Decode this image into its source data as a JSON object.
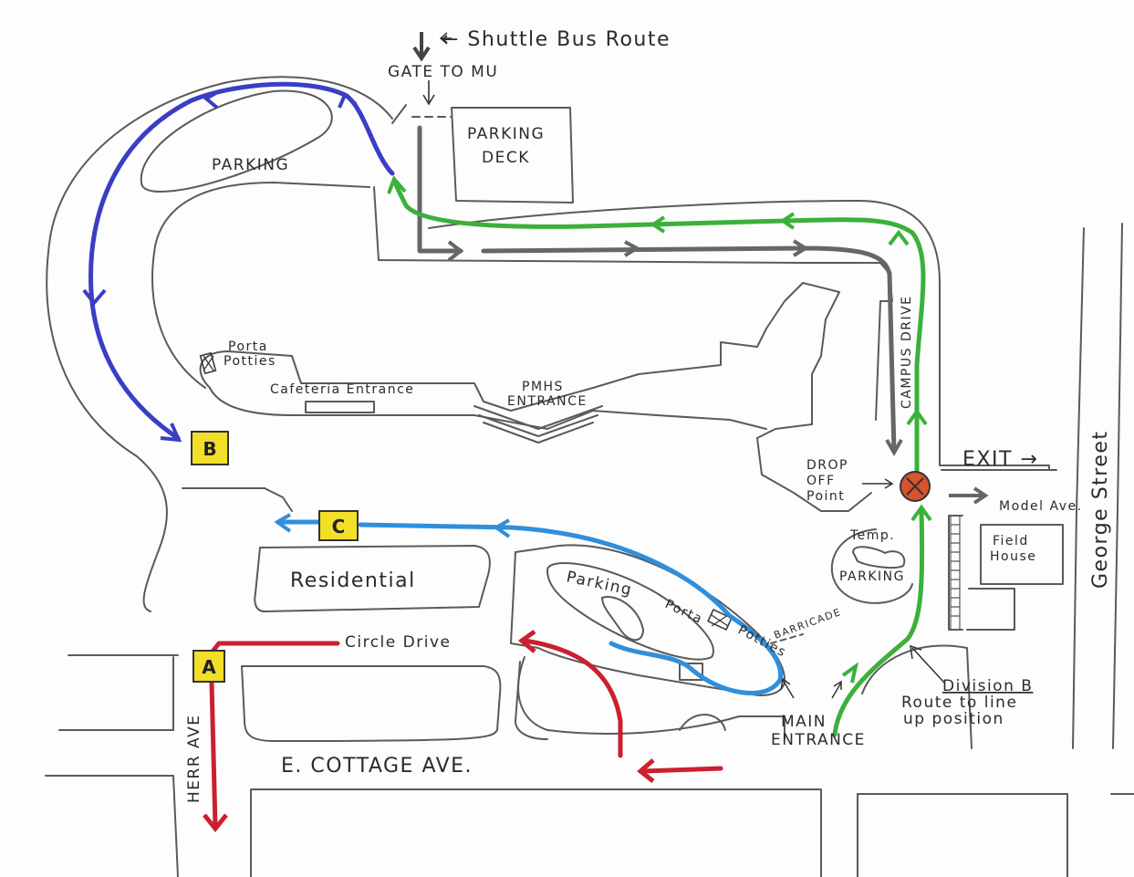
{
  "labels": {
    "shuttle": "← Shuttle Bus Route",
    "gate": "GATE TO MU",
    "parking_deck_1": "PARKING",
    "parking_deck_2": "DECK",
    "parking_top": "PARKING",
    "porta_potties_1": "Porta",
    "porta_potties_2": "Potties",
    "cafeteria": "Cafeteria Entrance",
    "pmhs_1": "PMHS",
    "pmhs_2": "ENTRANCE",
    "campus_drive": "CAMPUS DRIVE",
    "drop_off_1": "DROP",
    "drop_off_2": "OFF",
    "drop_off_3": "Point",
    "exit": "EXIT →",
    "model_ave": "Model Ave.",
    "george_street": "George Street",
    "field_house_1": "Field",
    "field_house_2": "House",
    "temp_parking_1": "Temp.",
    "temp_parking_2": "PARKING",
    "residential": "Residential",
    "parking_lower": "Parking",
    "porta_lower_1": "Porta",
    "porta_lower_2": "Potties",
    "barricade": "BARRICADE",
    "circle_drive": "Circle Drive",
    "main_entrance_1": "MAIN",
    "main_entrance_2": "ENTRANCE",
    "division_b": "Division B",
    "route_line_1": "Route to line",
    "route_line_2": "up position",
    "herr_ave": "HERR AVE",
    "cottage_ave": "E. COTTAGE AVE."
  },
  "markers": [
    {
      "id": "A",
      "label": "A",
      "color": "#f2df2a"
    },
    {
      "id": "B",
      "label": "B",
      "color": "#f2df2a"
    },
    {
      "id": "C",
      "label": "C",
      "color": "#f2df2a"
    }
  ],
  "drop_point_color": "#d9532b",
  "routes": {
    "blue_dark": "#3a3ec4",
    "blue_light": "#2f8fdc",
    "green": "#3bb03b",
    "red": "#cc1f2f",
    "gray": "#666666"
  }
}
